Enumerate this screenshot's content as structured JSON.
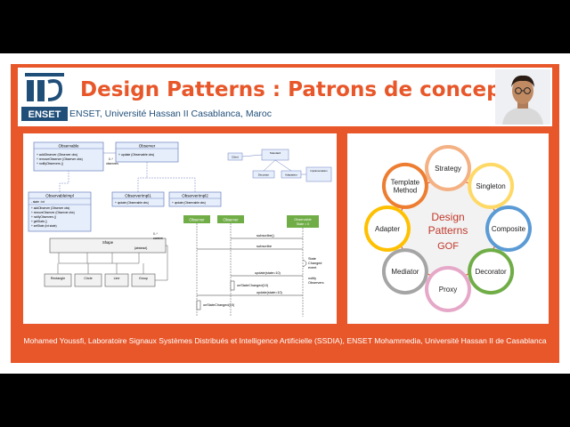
{
  "header": {
    "title": "Design Patterns : Patrons de conception",
    "subtitle": "ENSET, Université Hassan II Casablanca, Maroc",
    "logo_text": "ENSET"
  },
  "uml": {
    "observable_class": "Observable",
    "observable_methods": [
      "+ addObserver (Observer obs)",
      "+ removeObserver (Observer obs)",
      "+ notifyObservers ()"
    ],
    "observer_class": "Observer",
    "observer_method": "+ update (Observable obs)",
    "observable_impl": "ObservableImpl",
    "observable_impl_fields": [
      "- state : int"
    ],
    "observable_impl_methods": [
      "+ addObserver (Observer obs)",
      "+ removeObserver (Observer obs)",
      "+ notifyObservers ()",
      "+ getState ()",
      "+ setState (int state)"
    ],
    "observer_impl1": "ObserverImpl1",
    "observer_impl2": "ObserverImpl2",
    "observers_label": "observers",
    "multiplicity": "0..*",
    "shape": "Shape",
    "shape_note": "{abstract}",
    "content_label": "content",
    "shape_subclasses": [
      "Rectangle",
      "Circle",
      "Line",
      "Group"
    ],
    "client_class": "Client",
    "standard_class": "Standard",
    "decorator_class": "Decorator",
    "adaptator_class": "Adaptateur",
    "implementation_class": "Implémentation"
  },
  "sequence": {
    "lifelines": [
      "Observer",
      "Observer",
      "Observable\nState = 0"
    ],
    "messages": [
      "subscribe()",
      "subscribe",
      "update(state=10)",
      "onStateChanged(10)",
      "update(state=10)",
      "onStateChanged(10)"
    ],
    "notes": [
      "State\nChanged\nevent",
      "notify\nObservers"
    ]
  },
  "gof": {
    "center_title": "Design\nPatterns",
    "center_sub": "GOF",
    "patterns": [
      "Strategy",
      "Singleton",
      "Composite",
      "Decorator",
      "Proxy",
      "Mediator",
      "Adapter",
      "Template\nMethod"
    ],
    "colors": [
      "#f4b183",
      "#ffd966",
      "#5b9bd5",
      "#70ad47",
      "#e6a8c8",
      "#a5a5a5",
      "#ffc000",
      "#ed7d31"
    ]
  },
  "footer": {
    "credit": "Mohamed Youssfi, Laboratoire Signaux Systèmes Distribués et Intelligence Artificielle (SSDIA), ENSET Mohammedia, Université Hassan II de Casablanca"
  }
}
